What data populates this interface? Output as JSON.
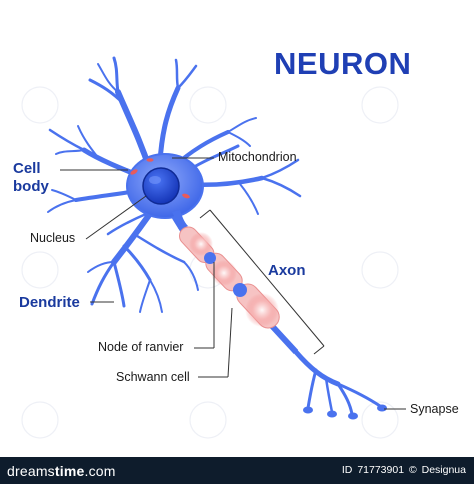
{
  "title": "NEURON",
  "labels": {
    "cell_body_line1": "Cell",
    "cell_body_line2": "body",
    "mitochondrion": "Mitochondrion",
    "nucleus": "Nucleus",
    "axon": "Axon",
    "dendrite": "Dendrite",
    "node_of_ranvier": "Node of ranvier",
    "schwann_cell": "Schwann cell",
    "synapse": "Synapse"
  },
  "footer": {
    "logo_dreams": "dreams",
    "logo_time": "time",
    "logo_com": ".com",
    "id_label": "ID",
    "id_value": "71773901",
    "copyright": "©",
    "author": "Designua"
  },
  "colors": {
    "title": "#1f3fb4",
    "neuron_body": "#4a72ee",
    "neuron_light": "#7d9bf6",
    "nucleus": "#1f4ad8",
    "myelin": "#f6c3c3",
    "myelin_glow": "#f08a8a",
    "footer_bg": "#0e1c2c"
  }
}
